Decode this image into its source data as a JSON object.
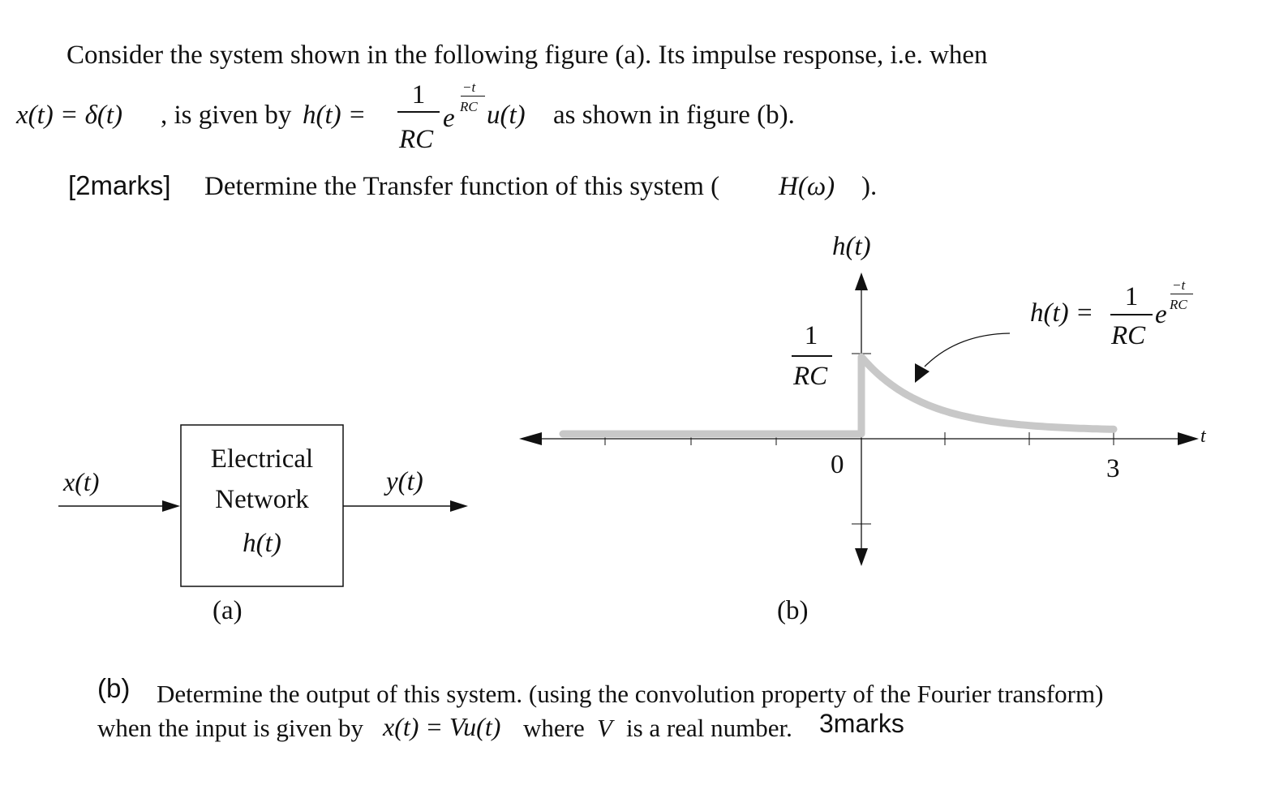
{
  "problem": {
    "line1": "Consider the system shown in the following figure (a). Its impulse response, i.e. when",
    "line2_lhs": "x(t) = δ(t)",
    "line2_mid": ", is given by",
    "h_lhs": "h(t) =",
    "frac_num": "1",
    "frac_den": "RC",
    "exp_base": "e",
    "exp_num": "−t",
    "exp_den": "RC",
    "step": "u(t)",
    "line2_end": "as shown in figure (b)."
  },
  "part_a": {
    "marks": "[2marks]",
    "text": "Determine the Transfer function of this system (",
    "math": "H(ω)",
    "end": ")."
  },
  "figure_a": {
    "input_label": "x(t)",
    "box_line1": "Electrical",
    "box_line2": "Network",
    "box_line3": "h(t)",
    "output_label": "y(t)",
    "caption": "(a)"
  },
  "figure_b": {
    "y_axis_label": "h(t)",
    "x_axis_label": "t",
    "peak_num": "1",
    "peak_den": "RC",
    "origin_label": "0",
    "tick_label": "3",
    "formula_lhs": "h(t) =",
    "formula_num": "1",
    "formula_den": "RC",
    "formula_exp_base": "e",
    "formula_exp_num": "−t",
    "formula_exp_den": "RC",
    "caption": "(b)",
    "curve_color": "#c8c8c8"
  },
  "part_b": {
    "label": "(b)",
    "line1": "Determine the output of this system. (using the convolution property of the Fourier transform)",
    "line2_start": "when the input is given by",
    "line2_math": "x(t) = Vu(t)",
    "line2_mid": "where",
    "line2_var": "V",
    "line2_end": "is a real number.",
    "marks": "3marks"
  }
}
